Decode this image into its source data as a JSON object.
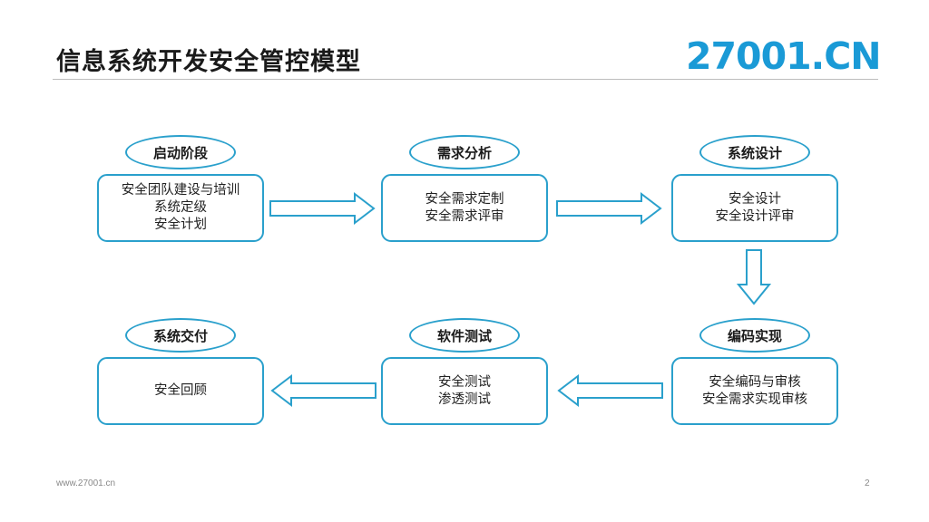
{
  "header": {
    "title": "信息系统开发安全管控模型",
    "logo": "27001.CN"
  },
  "footer": {
    "url": "www.27001.cn",
    "page": "2"
  },
  "stages": [
    {
      "name": "启动阶段",
      "items": [
        "安全团队建设与培训",
        "系统定级",
        "安全计划"
      ]
    },
    {
      "name": "需求分析",
      "items": [
        "安全需求定制",
        "安全需求评审"
      ]
    },
    {
      "name": "系统设计",
      "items": [
        "安全设计",
        "安全设计评审"
      ]
    },
    {
      "name": "编码实现",
      "items": [
        "安全编码与审核",
        "安全需求实现审核"
      ]
    },
    {
      "name": "软件测试",
      "items": [
        "安全测试",
        "渗透测试"
      ]
    },
    {
      "name": "系统交付",
      "items": [
        "安全回顾"
      ]
    }
  ],
  "colors": {
    "accent": "#2aa0cc",
    "logo": "#1a9ad6"
  }
}
